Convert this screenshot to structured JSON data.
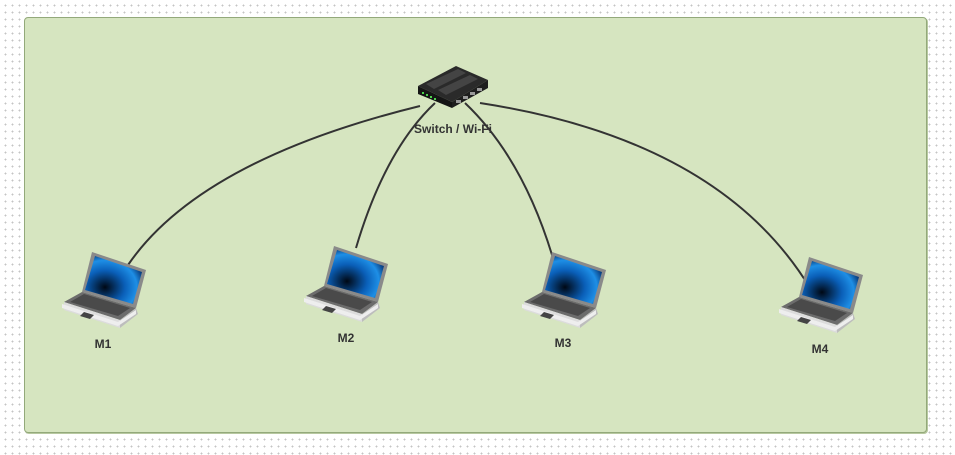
{
  "diagram": {
    "type": "network-topology",
    "background_color": "#d6e5c0",
    "border_color": "#93a97a",
    "link_color": "#333333",
    "hub": {
      "id": "switch",
      "label": "Switch / Wi-Fi",
      "icon": "network-switch-icon"
    },
    "nodes": [
      {
        "id": "m1",
        "label": "M1",
        "icon": "laptop-icon"
      },
      {
        "id": "m2",
        "label": "M2",
        "icon": "laptop-icon"
      },
      {
        "id": "m3",
        "label": "M3",
        "icon": "laptop-icon"
      },
      {
        "id": "m4",
        "label": "M4",
        "icon": "laptop-icon"
      }
    ],
    "links": [
      {
        "from": "switch",
        "to": "m1"
      },
      {
        "from": "switch",
        "to": "m2"
      },
      {
        "from": "switch",
        "to": "m3"
      },
      {
        "from": "switch",
        "to": "m4"
      }
    ]
  }
}
